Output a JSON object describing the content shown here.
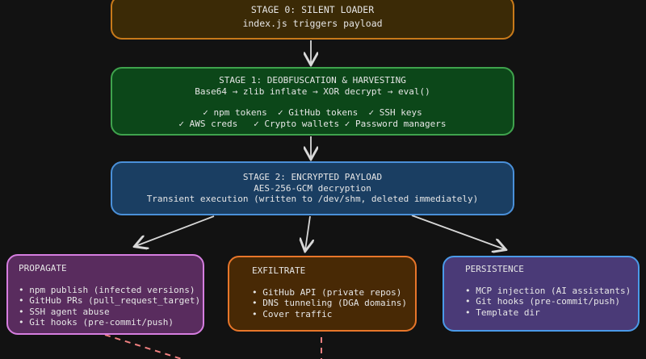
{
  "stage0": {
    "title": "STAGE 0: SILENT LOADER",
    "subtitle": "index.js triggers payload"
  },
  "stage1": {
    "title": "STAGE 1: DEOBFUSCATION & HARVESTING",
    "pipeline": "Base64 → zlib inflate → XOR decrypt → eval()",
    "targets_line1": "✓ npm tokens  ✓ GitHub tokens  ✓ SSH keys",
    "targets_line2": "✓ AWS creds   ✓ Crypto wallets ✓ Password managers"
  },
  "stage2": {
    "title": "STAGE 2: ENCRYPTED PAYLOAD",
    "cipher": "AES-256-GCM decryption",
    "execution": "Transient execution (written to /dev/shm, deleted immediately)"
  },
  "propagate": {
    "title": "PROPAGATE",
    "items": [
      "• npm publish (infected versions)",
      "• GitHub PRs (pull_request_target)",
      "• SSH agent abuse",
      "• Git hooks (pre-commit/push)"
    ]
  },
  "exfiltrate": {
    "title": "EXFILTRATE",
    "items": [
      "• GitHub API (private repos)",
      "• DNS tunneling (DGA domains)",
      "• Cover traffic"
    ]
  },
  "persistence": {
    "title": "PERSISTENCE",
    "items": [
      "• MCP injection (AI assistants)",
      "• Git hooks (pre-commit/push)",
      "• Template dir"
    ]
  },
  "colors": {
    "background": "#121212",
    "stage0": "#c87a1a",
    "stage1": "#3fa34d",
    "stage2": "#4a90d9",
    "propagate": "#d67ee0",
    "exfiltrate": "#e8762a",
    "persistence": "#4a9ae8",
    "dashed": "#f08080"
  }
}
